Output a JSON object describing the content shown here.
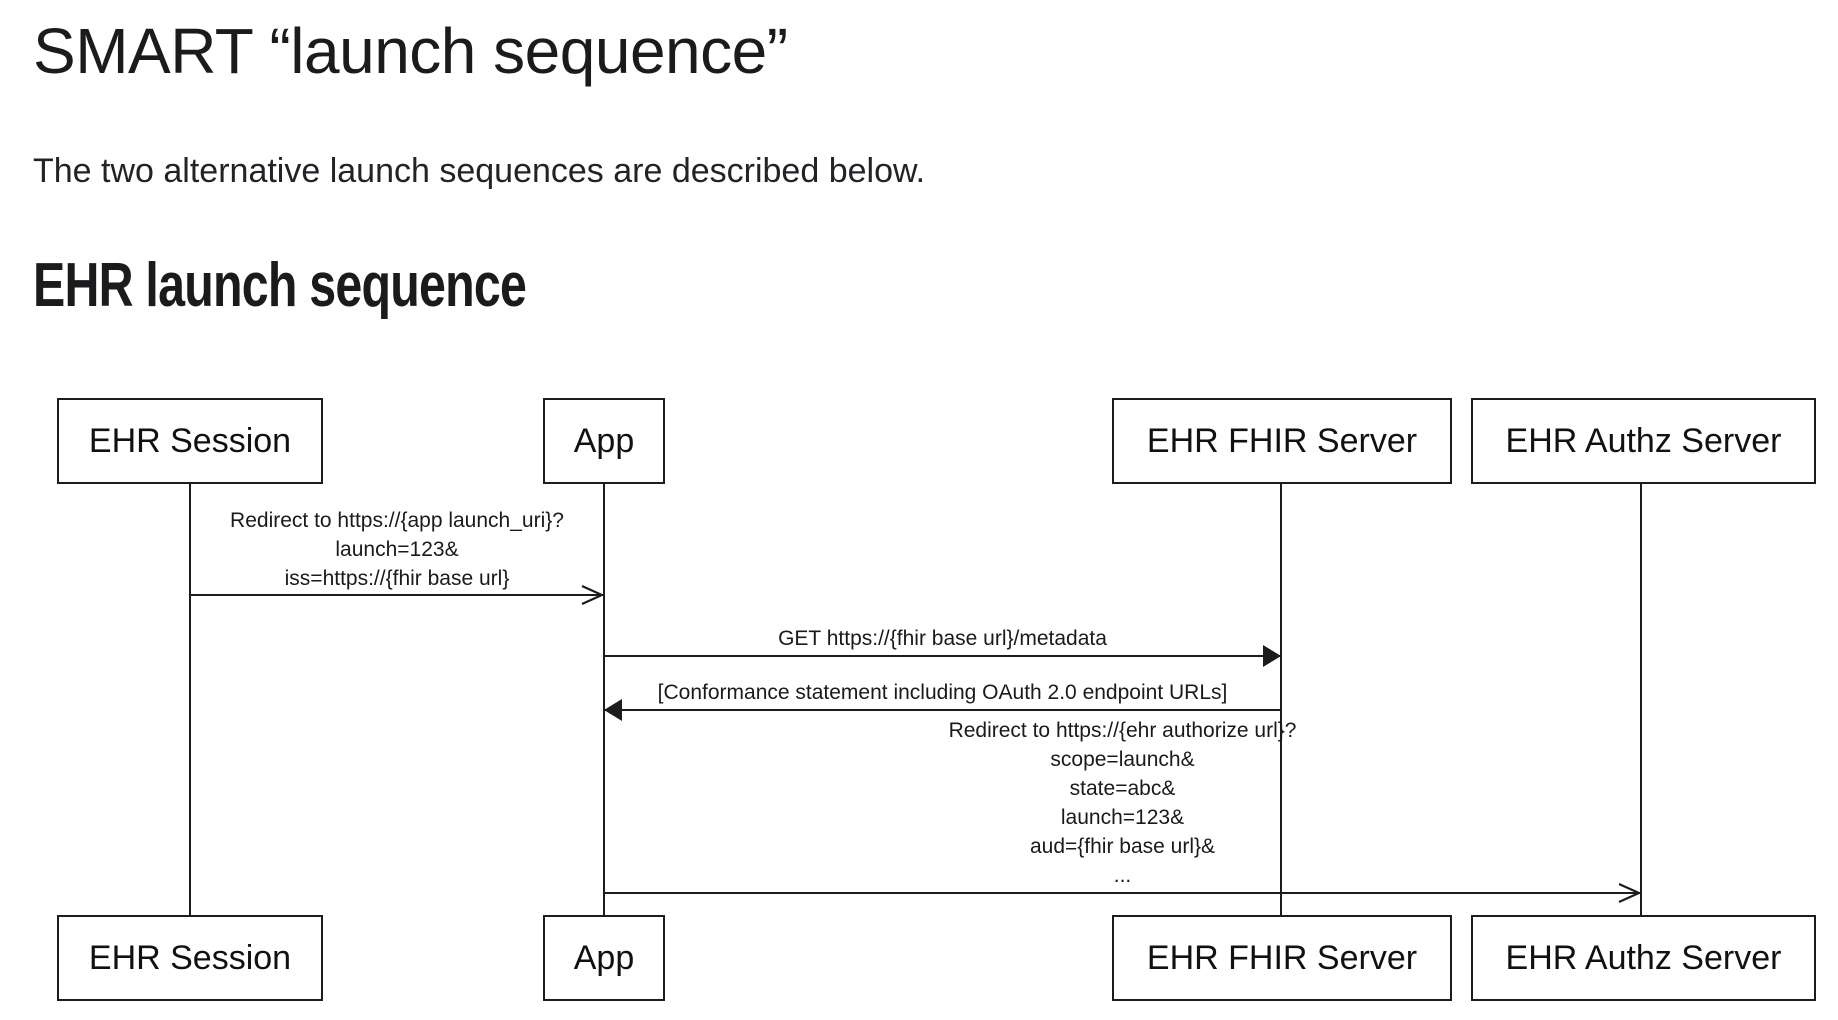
{
  "page": {
    "title": "SMART “launch sequence”",
    "intro": "The two alternative launch sequences are described below.",
    "section_heading": "EHR launch sequence"
  },
  "diagram": {
    "type": "uml-sequence-diagram",
    "actors": [
      {
        "id": "ehr-session",
        "label": "EHR Session"
      },
      {
        "id": "app",
        "label": "App"
      },
      {
        "id": "ehr-fhir-server",
        "label": "EHR FHIR Server"
      },
      {
        "id": "ehr-authz-server",
        "label": "EHR Authz Server"
      }
    ],
    "messages": [
      {
        "from": "ehr-session",
        "to": "app",
        "arrowhead": "open",
        "lines": [
          "Redirect to https://{app launch_uri}?",
          "launch=123&",
          "iss=https://{fhir base url}"
        ]
      },
      {
        "from": "app",
        "to": "ehr-fhir-server",
        "arrowhead": "filled",
        "lines": [
          "GET https://{fhir base url}/metadata"
        ]
      },
      {
        "from": "ehr-fhir-server",
        "to": "app",
        "arrowhead": "filled",
        "lines": [
          "[Conformance statement including OAuth 2.0 endpoint URLs]"
        ]
      },
      {
        "from": "app",
        "to": "ehr-authz-server",
        "arrowhead": "open",
        "lines": [
          "Redirect to https://{ehr authorize url}?",
          "scope=launch&",
          "state=abc&",
          "launch=123&",
          "aud={fhir base url}&",
          "..."
        ]
      }
    ]
  },
  "colors": {
    "background": "#ffffff",
    "text": "#1d1d1f",
    "diagram_line": "#1c1c1c"
  }
}
